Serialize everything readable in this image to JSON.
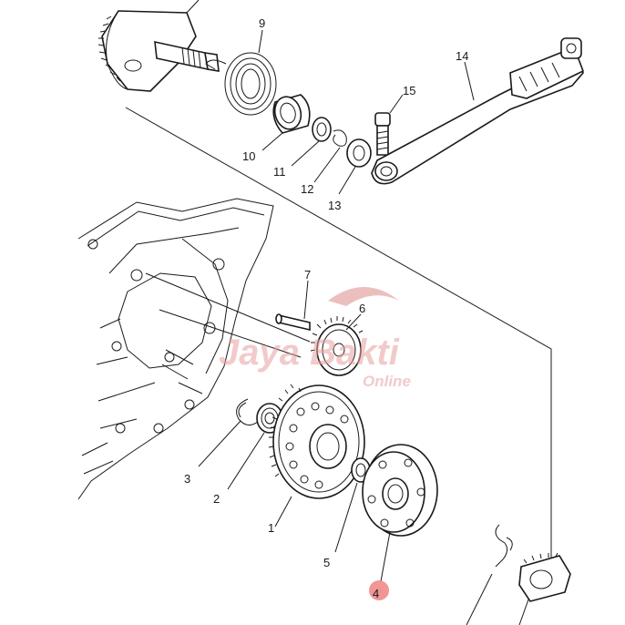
{
  "diagram": {
    "callouts": [
      {
        "num": "1"
      },
      {
        "num": "2"
      },
      {
        "num": "3"
      },
      {
        "num": "4"
      },
      {
        "num": "5"
      },
      {
        "num": "6"
      },
      {
        "num": "7"
      },
      {
        "num": "9"
      },
      {
        "num": "10"
      },
      {
        "num": "11"
      },
      {
        "num": "12"
      },
      {
        "num": "13"
      },
      {
        "num": "14"
      },
      {
        "num": "15"
      }
    ],
    "watermark": {
      "main": "Jaya Bakti",
      "sub": "Online"
    },
    "colors": {
      "line": "#1a1a1a",
      "watermark": "#e8a0a0",
      "highlight": "#f08a8a",
      "background": "#ffffff"
    }
  }
}
